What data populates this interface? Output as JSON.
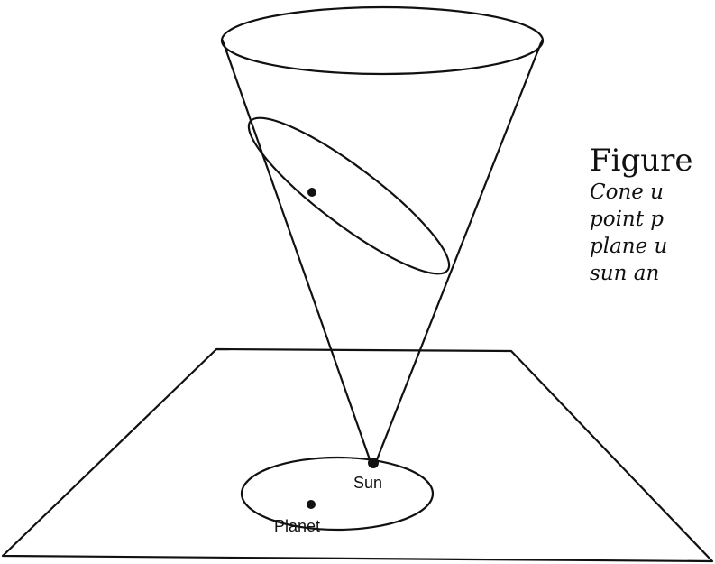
{
  "diagram": {
    "labels": {
      "sun": "Sun",
      "planet": "Planet"
    },
    "caption": {
      "title": "Figure",
      "lines": [
        "Cone u",
        "point p",
        "plane u",
        "sun an"
      ]
    },
    "colors": {
      "ink": "#111111",
      "background": "#ffffff"
    }
  }
}
